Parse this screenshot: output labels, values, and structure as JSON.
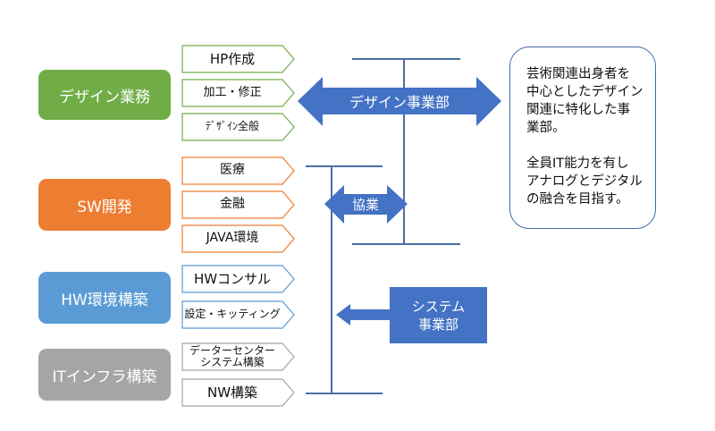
{
  "colors": {
    "design": "#70ad47",
    "sw": "#ed7d31",
    "hw": "#5b9bd5",
    "it": "#a5a5a5",
    "accent_blue": "#4472c4",
    "line": "#4a6fa5"
  },
  "categories": [
    {
      "label": "デザイン業務",
      "items": [
        "HP作成",
        "加工・修正",
        "ﾃﾞｻﾞｲﾝ全般"
      ]
    },
    {
      "label": "SW開発",
      "items": [
        "医療",
        "金融",
        "JAVA環境"
      ]
    },
    {
      "label": "HW環境構築",
      "items": [
        "HWコンサル",
        "設定・キッティング"
      ]
    },
    {
      "label": "ITインフラ構築",
      "items": [
        "データーセンター\nシステム構築",
        "NW構築"
      ]
    }
  ],
  "arrows": {
    "design_division": "デザイン事業部",
    "collaboration": "協業"
  },
  "system_division": {
    "line1": "システム",
    "line2": "事業部"
  },
  "description": {
    "para1": [
      "芸術関連出身者を",
      "中心としたデザイン",
      "関連に特化した事",
      "業部。"
    ],
    "para2": [
      "全員IT能力を有し",
      "アナログとデジタル",
      "の融合を目指す。"
    ]
  }
}
